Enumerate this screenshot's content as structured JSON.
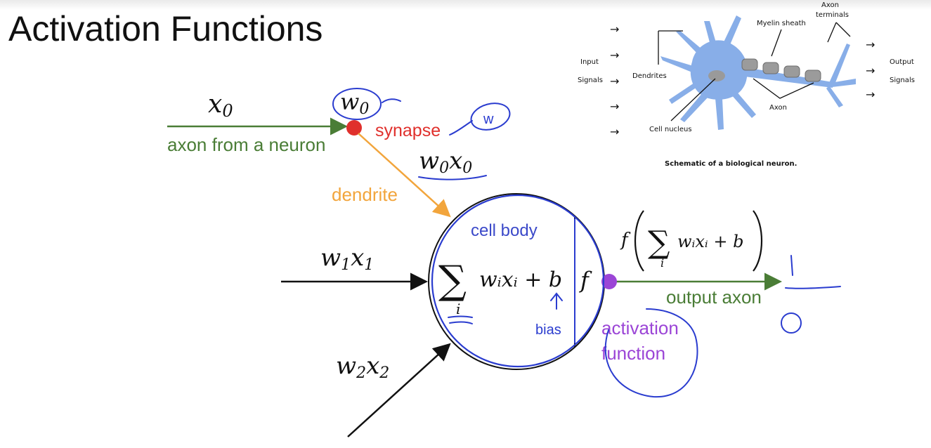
{
  "title": "Activation Functions",
  "colors": {
    "axon_green": "#4a7d36",
    "synapse_red": "#e0302c",
    "dendrite_orange": "#f2a53c",
    "cell_blue": "#3b49c9",
    "activation_purple": "#9b45d6",
    "ink_blue": "#2a3ccf",
    "neuron_body": "#88aee8"
  },
  "neuron_model": {
    "input_x0": "x",
    "input_x0_sub": "0",
    "weight_w0": "w",
    "weight_w0_sub": "0",
    "axon_label": "axon from a neuron",
    "synapse_label": "synapse",
    "product_w0x0": {
      "w": "w",
      "w_sub": "0",
      "x": "x",
      "x_sub": "0"
    },
    "dendrite_label": "dendrite",
    "cell_body_label": "cell body",
    "input_w1x1": {
      "w": "w",
      "w_sub": "1",
      "x": "x",
      "x_sub": "1"
    },
    "input_w2x2": {
      "w": "w",
      "w_sub": "2",
      "x": "x",
      "x_sub": "2"
    },
    "sum_symbol": "∑",
    "sum_index": "i",
    "sum_terms": "wᵢxᵢ + b",
    "f_symbol": "f",
    "output_formula_f": "f",
    "output_formula_inner": "wᵢxᵢ + b",
    "output_axon_label": "output axon",
    "activation_label_line1": "activation",
    "activation_label_line2": "function"
  },
  "annotations": {
    "w_note": "w",
    "bias_note": "bias",
    "one_note": "1",
    "zero_note": "0"
  },
  "bio_neuron": {
    "input_label": "Input",
    "input_label2": "Signals",
    "dendrites_label": "Dendrites",
    "myelin_label": "Myelin sheath",
    "axon_terminals_label1": "Axon",
    "axon_terminals_label2": "terminals",
    "cell_nucleus_label": "Cell nucleus",
    "axon_label": "Axon",
    "output_label": "Output",
    "output_label2": "Signals",
    "caption": "Schematic of a biological neuron.",
    "arrow_glyph": "→"
  }
}
